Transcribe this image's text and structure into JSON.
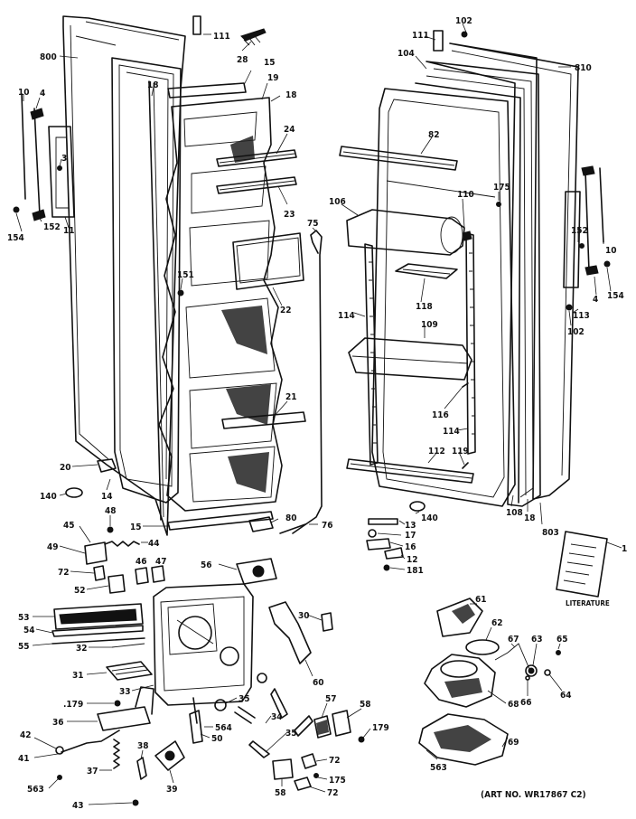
{
  "diagram": {
    "art_number": "(ART NO. WR17867 C2)",
    "literature_caption": "LITERATURE",
    "callouts": [
      {
        "id": "c-111-l",
        "text": "111"
      },
      {
        "id": "c-102-t",
        "text": "102"
      },
      {
        "id": "c-800",
        "text": "800"
      },
      {
        "id": "c-28",
        "text": "28"
      },
      {
        "id": "c-15-t",
        "text": "15"
      },
      {
        "id": "c-19",
        "text": "19"
      },
      {
        "id": "c-18-l",
        "text": "18"
      },
      {
        "id": "c-18-c",
        "text": "18"
      },
      {
        "id": "c-10-l",
        "text": "10"
      },
      {
        "id": "c-4-l",
        "text": "4"
      },
      {
        "id": "c-3",
        "text": "3"
      },
      {
        "id": "c-152-l",
        "text": "152"
      },
      {
        "id": "c-11",
        "text": "11"
      },
      {
        "id": "c-154-l",
        "text": "154"
      },
      {
        "id": "c-24",
        "text": "24"
      },
      {
        "id": "c-23",
        "text": "23"
      },
      {
        "id": "c-75",
        "text": "75"
      },
      {
        "id": "c-151",
        "text": "151"
      },
      {
        "id": "c-22",
        "text": "22"
      },
      {
        "id": "c-21",
        "text": "21"
      },
      {
        "id": "c-20",
        "text": "20"
      },
      {
        "id": "c-14",
        "text": "14"
      },
      {
        "id": "c-140-l",
        "text": "140"
      },
      {
        "id": "c-15-b",
        "text": "15"
      },
      {
        "id": "c-80",
        "text": "80"
      },
      {
        "id": "c-76",
        "text": "76"
      },
      {
        "id": "c-111-r",
        "text": "111"
      },
      {
        "id": "c-104",
        "text": "104"
      },
      {
        "id": "c-810",
        "text": "810"
      },
      {
        "id": "c-82",
        "text": "82"
      },
      {
        "id": "c-175-t",
        "text": "175"
      },
      {
        "id": "c-106",
        "text": "106"
      },
      {
        "id": "c-110",
        "text": "110"
      },
      {
        "id": "c-152-r",
        "text": "152"
      },
      {
        "id": "c-10-r",
        "text": "10"
      },
      {
        "id": "c-4-r",
        "text": "4"
      },
      {
        "id": "c-154-r",
        "text": "154"
      },
      {
        "id": "c-113",
        "text": "113"
      },
      {
        "id": "c-102-r",
        "text": "102"
      },
      {
        "id": "c-118",
        "text": "118"
      },
      {
        "id": "c-114-l",
        "text": "114"
      },
      {
        "id": "c-109",
        "text": "109"
      },
      {
        "id": "c-116",
        "text": "116"
      },
      {
        "id": "c-114-r",
        "text": "114"
      },
      {
        "id": "c-112",
        "text": "112"
      },
      {
        "id": "c-119",
        "text": "119"
      },
      {
        "id": "c-140-r",
        "text": "140"
      },
      {
        "id": "c-13",
        "text": "13"
      },
      {
        "id": "c-17",
        "text": "17"
      },
      {
        "id": "c-16",
        "text": "16"
      },
      {
        "id": "c-12",
        "text": "12"
      },
      {
        "id": "c-181",
        "text": "181"
      },
      {
        "id": "c-108",
        "text": "108"
      },
      {
        "id": "c-18-r",
        "text": "18"
      },
      {
        "id": "c-803",
        "text": "803"
      },
      {
        "id": "c-1",
        "text": "1"
      },
      {
        "id": "c-48",
        "text": "48"
      },
      {
        "id": "c-45",
        "text": "45"
      },
      {
        "id": "c-49",
        "text": "49"
      },
      {
        "id": "c-44",
        "text": "44"
      },
      {
        "id": "c-72-a",
        "text": "72"
      },
      {
        "id": "c-46",
        "text": "46"
      },
      {
        "id": "c-47",
        "text": "47"
      },
      {
        "id": "c-56",
        "text": "56"
      },
      {
        "id": "c-52",
        "text": "52"
      },
      {
        "id": "c-53",
        "text": "53"
      },
      {
        "id": "c-54",
        "text": "54"
      },
      {
        "id": "c-55",
        "text": "55"
      },
      {
        "id": "c-32",
        "text": "32"
      },
      {
        "id": "c-30",
        "text": "30"
      },
      {
        "id": "c-31",
        "text": "31"
      },
      {
        "id": "c-33",
        "text": "33"
      },
      {
        "id": "c-60",
        "text": "60"
      },
      {
        "id": "c-179-l",
        "text": ".179"
      },
      {
        "id": "c-35-a",
        "text": "35"
      },
      {
        "id": "c-36",
        "text": "36"
      },
      {
        "id": "c-564",
        "text": "564"
      },
      {
        "id": "c-34",
        "text": "34"
      },
      {
        "id": "c-50",
        "text": "50"
      },
      {
        "id": "c-35-b",
        "text": "35"
      },
      {
        "id": "c-57",
        "text": "57"
      },
      {
        "id": "c-58-r",
        "text": "58"
      },
      {
        "id": "c-179-r",
        "text": "179"
      },
      {
        "id": "c-42",
        "text": "42"
      },
      {
        "id": "c-41",
        "text": "41"
      },
      {
        "id": "c-37",
        "text": "37"
      },
      {
        "id": "c-38",
        "text": "38"
      },
      {
        "id": "c-39",
        "text": "39"
      },
      {
        "id": "c-563-l",
        "text": "563"
      },
      {
        "id": "c-43",
        "text": "43"
      },
      {
        "id": "c-72-b",
        "text": "72"
      },
      {
        "id": "c-58-b",
        "text": "58"
      },
      {
        "id": "c-175-b",
        "text": "175"
      },
      {
        "id": "c-72-c",
        "text": "72"
      },
      {
        "id": "c-61",
        "text": "61"
      },
      {
        "id": "c-62",
        "text": "62"
      },
      {
        "id": "c-67",
        "text": "67"
      },
      {
        "id": "c-63",
        "text": "63"
      },
      {
        "id": "c-65",
        "text": "65"
      },
      {
        "id": "c-66",
        "text": "66"
      },
      {
        "id": "c-64",
        "text": "64"
      },
      {
        "id": "c-68",
        "text": "68"
      },
      {
        "id": "c-69",
        "text": "69"
      },
      {
        "id": "c-563-r",
        "text": "563"
      }
    ]
  }
}
